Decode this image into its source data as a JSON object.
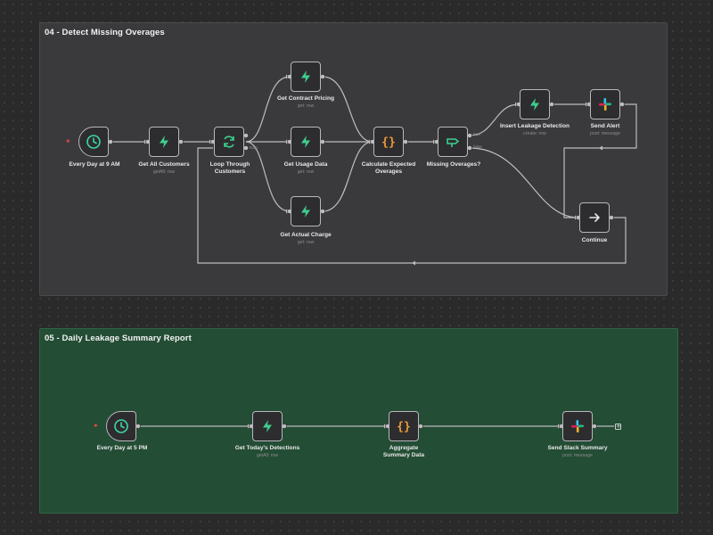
{
  "groups": [
    {
      "title": "04 - Detect Missing Overages"
    },
    {
      "title": "05 - Daily Leakage Summary Report"
    }
  ],
  "nodes": {
    "every_day_9": {
      "label": "Every Day at 9 AM",
      "icon": "clock-icon"
    },
    "get_all_customers": {
      "label": "Get All Customers",
      "sub": "getAll: row",
      "icon": "supabase-bolt-icon"
    },
    "loop_customers": {
      "label": "Loop Through Customers",
      "icon": "loop-arrows-icon",
      "port_done": "done",
      "port_loop": "loop"
    },
    "get_contract_pricing": {
      "label": "Get Contract Pricing",
      "sub": "get: row",
      "icon": "supabase-bolt-icon"
    },
    "get_usage_data": {
      "label": "Get Usage Data",
      "sub": "get: row",
      "icon": "supabase-bolt-icon"
    },
    "get_actual_charge": {
      "label": "Get Actual Charge",
      "sub": "get: row",
      "icon": "supabase-bolt-icon"
    },
    "calc_expected": {
      "label": "Calculate Expected Overages",
      "icon": "code-braces-icon"
    },
    "missing_overages": {
      "label": "Missing Overages?",
      "icon": "if-branch-icon",
      "port_true": "true",
      "port_false": "false"
    },
    "insert_leakage": {
      "label": "Insert Leakage Detection",
      "sub": "create: row",
      "icon": "supabase-bolt-icon"
    },
    "send_alert": {
      "label": "Send Alert",
      "sub": "post: message",
      "icon": "slack-icon"
    },
    "continue": {
      "label": "Continue",
      "icon": "arrow-right-icon"
    },
    "every_day_5": {
      "label": "Every Day at 5 PM",
      "icon": "clock-icon"
    },
    "get_todays_detections": {
      "label": "Get Today's Detections",
      "sub": "getAll: row",
      "icon": "supabase-bolt-icon"
    },
    "aggregate_summary": {
      "label": "Aggregate Summary Data",
      "icon": "code-braces-icon"
    },
    "send_slack_summary": {
      "label": "Send Slack Summary",
      "sub": "post: message",
      "icon": "slack-icon"
    }
  },
  "colors": {
    "group1_bg": "#3a3a3d",
    "group2_bg": "#234d35",
    "connector": "#bdbdbd",
    "clock": "#3dd6a3",
    "supabase": "#3ecf8e",
    "code": "#f29b38",
    "trigger_bolt": "#e04a4a"
  }
}
